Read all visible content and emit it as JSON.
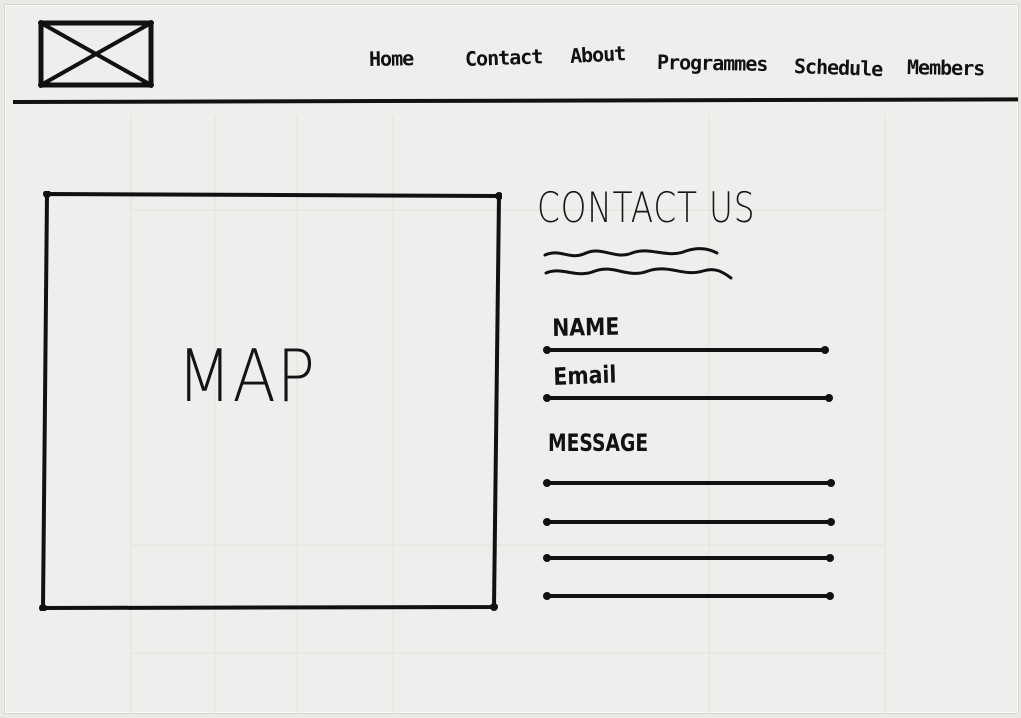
{
  "nav": {
    "items": [
      {
        "label": "Home"
      },
      {
        "label": "Contact"
      },
      {
        "label": "About"
      },
      {
        "label": "Programmes"
      },
      {
        "label": "Schedule"
      },
      {
        "label": "Members"
      }
    ]
  },
  "map": {
    "label": "MAP"
  },
  "contact": {
    "title": "CONTACT US",
    "name_label": "NAME",
    "email_label": "Email",
    "message_label": "MESSAGE"
  }
}
